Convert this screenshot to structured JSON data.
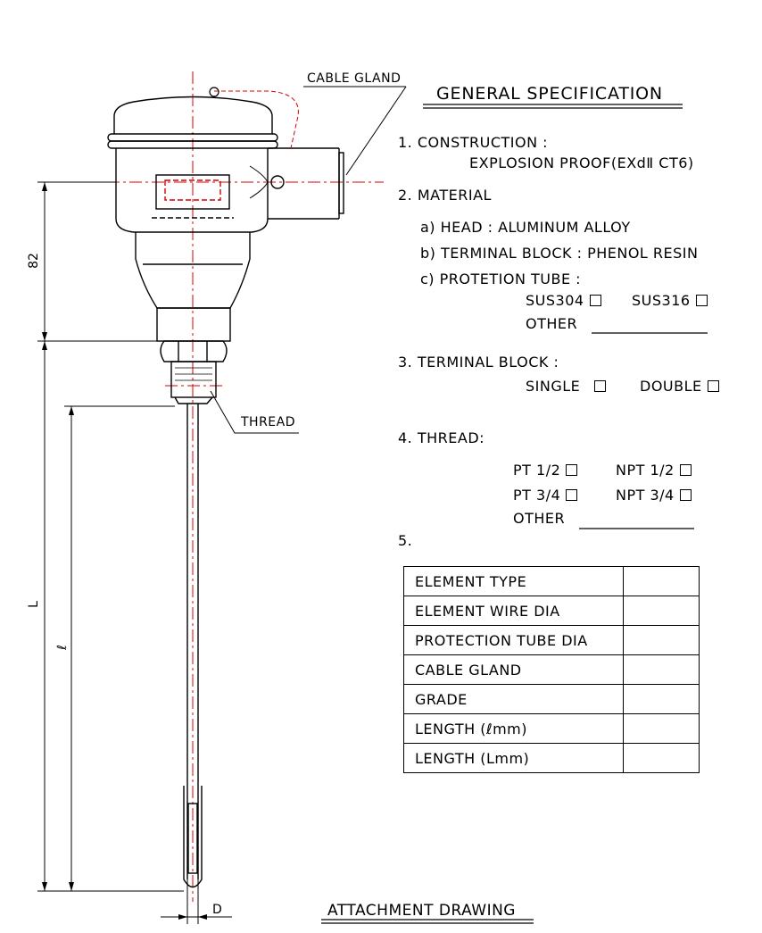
{
  "labels": {
    "cable_gland": "CABLE GLAND",
    "thread": "THREAD",
    "dim_82": "82",
    "dim_L": "L",
    "dim_l": "ℓ",
    "dim_D": "D",
    "attachment_drawing": "ATTACHMENT DRAWING"
  },
  "spec": {
    "title": "GENERAL SPECIFICATION",
    "construction_heading": "1. CONSTRUCTION :",
    "construction_value": "EXPLOSION PROOF(EXdⅡ CT6)",
    "material_heading": "2. MATERIAL",
    "material_head": "a) HEAD : ALUMINUM ALLOY",
    "material_terminal": "b) TERMINAL BLOCK : PHENOL RESIN",
    "material_tube": "c) PROTETION TUBE :",
    "tube_opt1": "SUS304",
    "tube_opt2": "SUS316",
    "tube_other": "OTHER",
    "terminal_heading": "3. TERMINAL BLOCK :",
    "terminal_opt1": "SINGLE",
    "terminal_opt2": "DOUBLE",
    "thread_heading": "4. THREAD:",
    "thread_opt1": "PT 1/2",
    "thread_opt2": "NPT 1/2",
    "thread_opt3": "PT 3/4",
    "thread_opt4": "NPT 3/4",
    "thread_other": "OTHER",
    "item5": "5."
  },
  "table": {
    "rows": [
      {
        "label": "ELEMENT TYPE",
        "value": ""
      },
      {
        "label": "ELEMENT WIRE DIA",
        "value": ""
      },
      {
        "label": "PROTECTION TUBE DIA",
        "value": ""
      },
      {
        "label": "CABLE GLAND",
        "value": ""
      },
      {
        "label": "GRADE",
        "value": ""
      },
      {
        "label": "LENGTH (ℓmm)",
        "value": ""
      },
      {
        "label": "LENGTH (Lmm)",
        "value": ""
      }
    ]
  },
  "colors": {
    "outline": "#000000",
    "centerline": "#d40000"
  }
}
